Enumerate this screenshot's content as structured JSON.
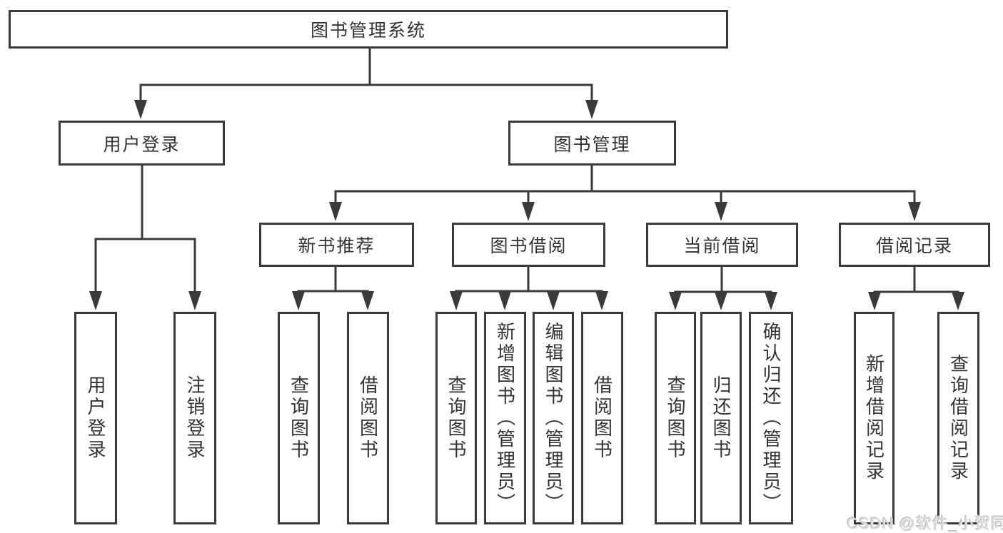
{
  "diagram": {
    "root": "图书管理系统",
    "level2": {
      "user_login": "用户登录",
      "book_management": "图书管理"
    },
    "level3": {
      "new_book_recommend": "新书推荐",
      "book_borrowing": "图书借阅",
      "current_borrowing": "当前借阅",
      "borrowing_records": "借阅记录"
    },
    "leaves": {
      "user_login": "用户登录",
      "logout": "注销登录",
      "recommend_query_books": "查询图书",
      "recommend_borrow_books": "借阅图书",
      "borrowing_query_books": "查询图书",
      "borrowing_add_book_admin": "新增图书（管理员）",
      "borrowing_edit_book_admin": "编辑图书（管理员）",
      "borrowing_borrow_books": "借阅图书",
      "current_query_books": "查询图书",
      "current_return_books": "归还图书",
      "current_confirm_return_admin": "确认归还（管理员）",
      "records_add_record": "新增借阅记录",
      "records_query_record": "查询借阅记录"
    },
    "structure": {
      "图书管理系统": [
        "用户登录",
        "图书管理"
      ],
      "用户登录": [
        "用户登录",
        "注销登录"
      ],
      "图书管理": [
        "新书推荐",
        "图书借阅",
        "当前借阅",
        "借阅记录"
      ],
      "新书推荐": [
        "查询图书",
        "借阅图书"
      ],
      "图书借阅": [
        "查询图书",
        "新增图书（管理员）",
        "编辑图书（管理员）",
        "借阅图书"
      ],
      "当前借阅": [
        "查询图书",
        "归还图书",
        "确认归还（管理员）"
      ],
      "借阅记录": [
        "新增借阅记录",
        "查询借阅记录"
      ]
    }
  },
  "watermark": "CSDN @软件_小贺同学",
  "colors": {
    "line": "#3a3a3a",
    "box_border": "#3a3a3a",
    "text": "#333333",
    "watermark": "#d6d6d6",
    "background": "#ffffff"
  }
}
